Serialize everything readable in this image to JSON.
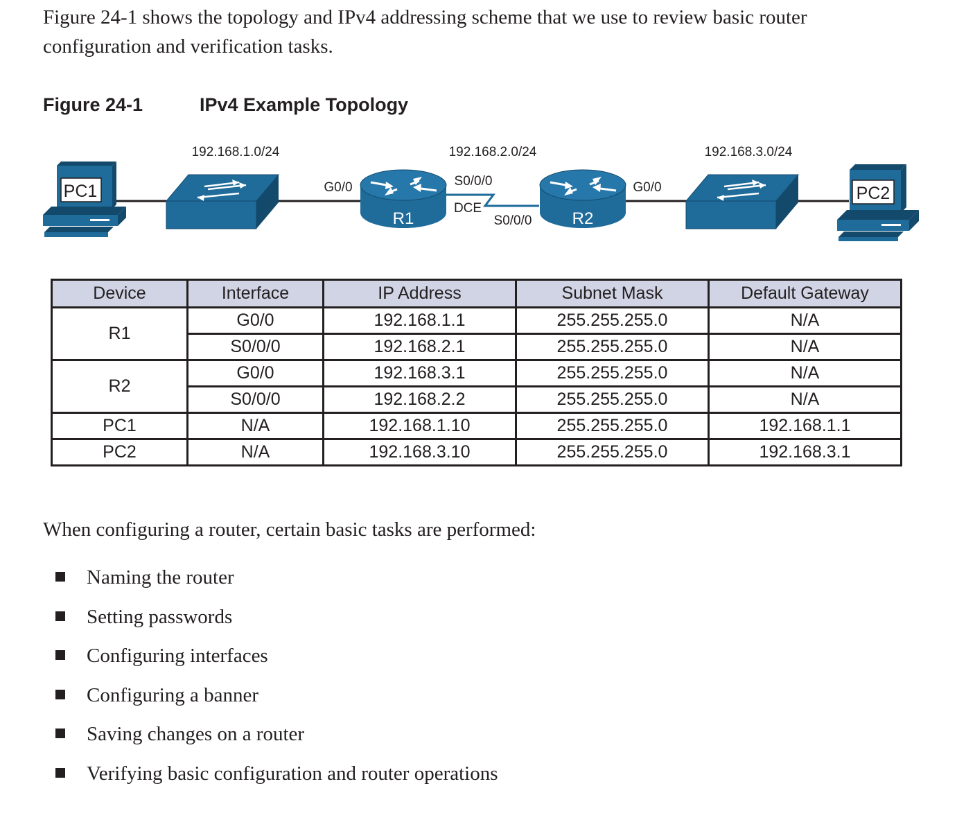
{
  "intro_text": "Figure 24-1 shows the topology and IPv4 addressing scheme that we use to review basic router configuration and verification tasks.",
  "figure": {
    "number": "Figure 24-1",
    "title": "IPv4 Example Topology"
  },
  "topology": {
    "networks": [
      "192.168.1.0/24",
      "192.168.2.0/24",
      "192.168.3.0/24"
    ],
    "devices": {
      "pc1": "PC1",
      "pc2": "PC2",
      "r1": "R1",
      "r2": "R2"
    },
    "labels": {
      "r1_g": "G0/0",
      "r1_s": "S0/0/0",
      "dce": "DCE",
      "r2_s": "S0/0/0",
      "r2_g": "G0/0"
    },
    "colors": {
      "device_blue": "#1f6b9a",
      "device_dark": "#134a6c"
    }
  },
  "table": {
    "headers": [
      "Device",
      "Interface",
      "IP Address",
      "Subnet Mask",
      "Default Gateway"
    ],
    "rows": [
      {
        "device": "R1",
        "interface": "G0/0",
        "ip": "192.168.1.1",
        "mask": "255.255.255.0",
        "gateway": "N/A"
      },
      {
        "device": "",
        "interface": "S0/0/0",
        "ip": "192.168.2.1",
        "mask": "255.255.255.0",
        "gateway": "N/A"
      },
      {
        "device": "R2",
        "interface": "G0/0",
        "ip": "192.168.3.1",
        "mask": "255.255.255.0",
        "gateway": "N/A"
      },
      {
        "device": "",
        "interface": "S0/0/0",
        "ip": "192.168.2.2",
        "mask": "255.255.255.0",
        "gateway": "N/A"
      },
      {
        "device": "PC1",
        "interface": "N/A",
        "ip": "192.168.1.10",
        "mask": "255.255.255.0",
        "gateway": "192.168.1.1"
      },
      {
        "device": "PC2",
        "interface": "N/A",
        "ip": "192.168.3.10",
        "mask": "255.255.255.0",
        "gateway": "192.168.3.1"
      }
    ],
    "header_bg": "#d0d4e4"
  },
  "tasks_intro": "When configuring a router, certain basic tasks are performed:",
  "tasks": [
    "Naming the router",
    "Setting passwords",
    "Configuring interfaces",
    "Configuring a banner",
    "Saving changes on a router",
    "Verifying basic configuration and router operations"
  ]
}
